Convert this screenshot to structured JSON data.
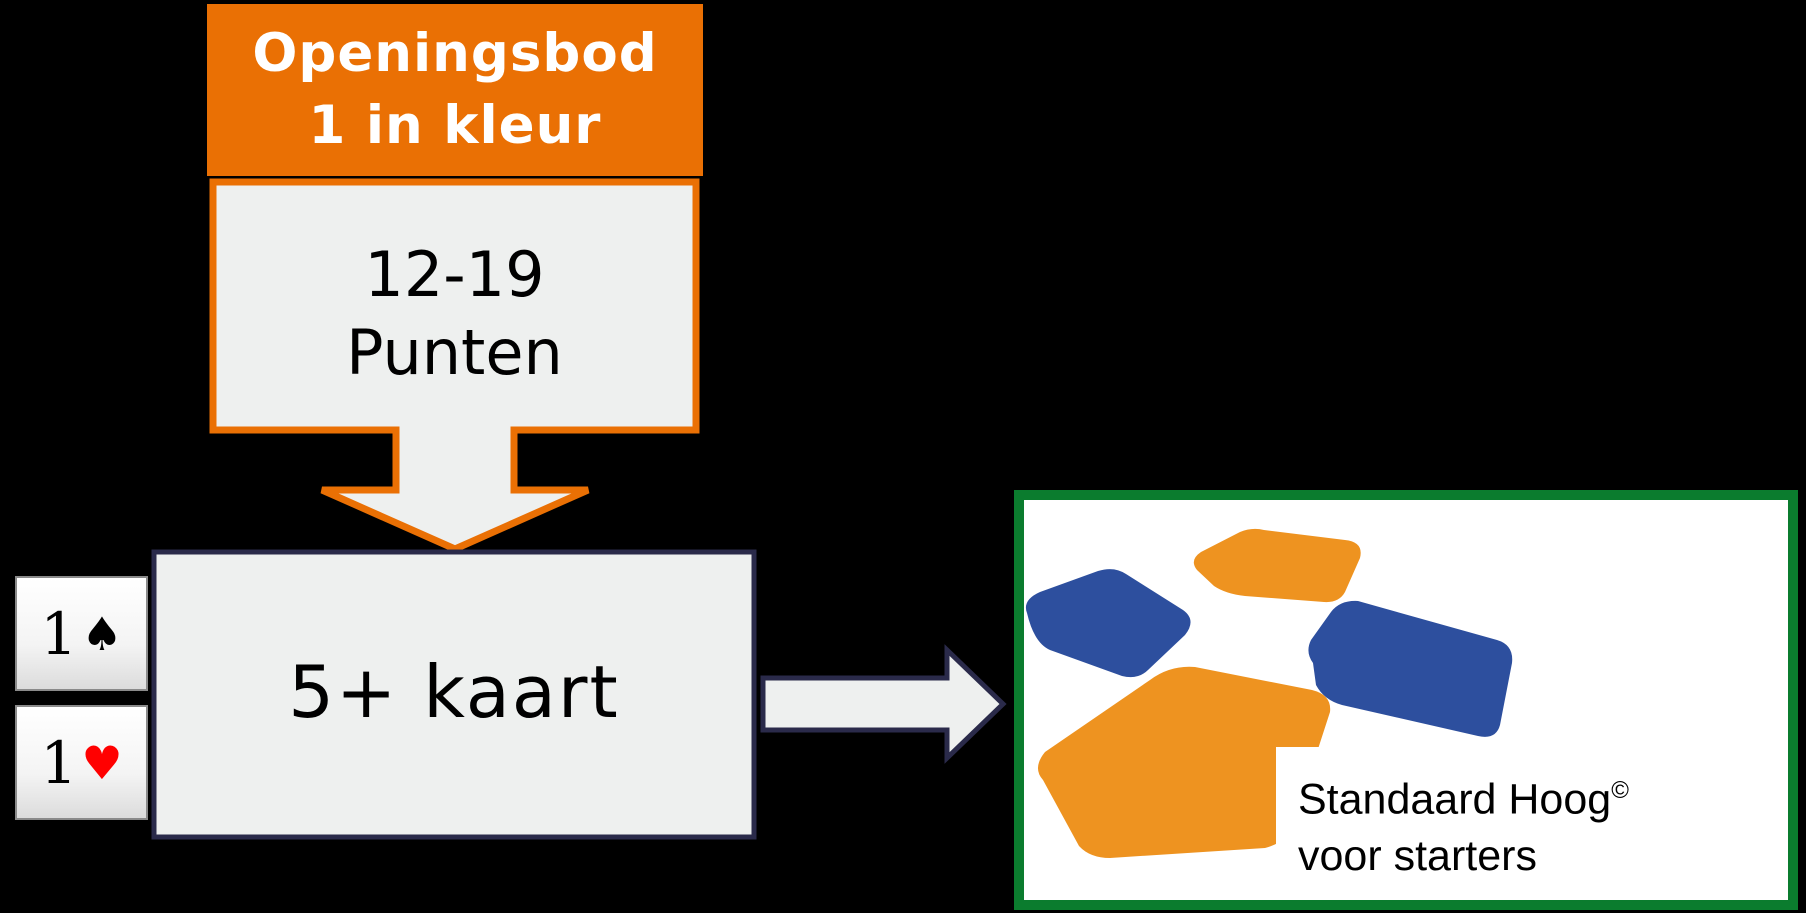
{
  "header": {
    "line1": "Openingsbod",
    "line2": "1 in kleur"
  },
  "points_box": {
    "line1": "12-19",
    "line2": "Punten"
  },
  "main_box": {
    "label": "5+ kaart"
  },
  "bids": [
    {
      "level": "1",
      "suit": "♠",
      "suit_name": "spade-icon"
    },
    {
      "level": "1",
      "suit": "♥",
      "suit_name": "heart-icon"
    }
  ],
  "logo": {
    "line1": "Standaard Hoog",
    "copyright": "©",
    "line2": "voor starters"
  },
  "colors": {
    "orange": "#ea7004",
    "box_fill": "#eef0ef",
    "box_border_dark": "#2a2a4a",
    "logo_border": "#0b7c2e",
    "logo_blue": "#2d4f9e",
    "logo_orange": "#ee9320"
  }
}
